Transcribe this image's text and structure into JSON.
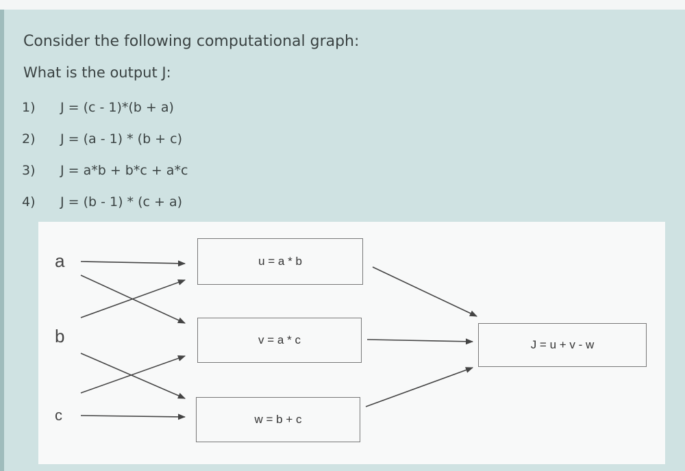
{
  "question": {
    "title": "Consider the following computational graph:",
    "prompt": "What is the output J:"
  },
  "options": [
    {
      "num": "1)",
      "text": "J = (c - 1)*(b + a)"
    },
    {
      "num": "2)",
      "text": "J = (a - 1) * (b + c)"
    },
    {
      "num": "3)",
      "text": "J = a*b + b*c + a*c"
    },
    {
      "num": "4)",
      "text": "J = (b - 1) * (c + a)"
    }
  ],
  "graph": {
    "inputs": {
      "a": "a",
      "b": "b",
      "c": "c"
    },
    "nodes": {
      "u": "u = a * b",
      "v": "v = a * c",
      "w": "w = b + c",
      "j": "J = u + v - w"
    }
  }
}
